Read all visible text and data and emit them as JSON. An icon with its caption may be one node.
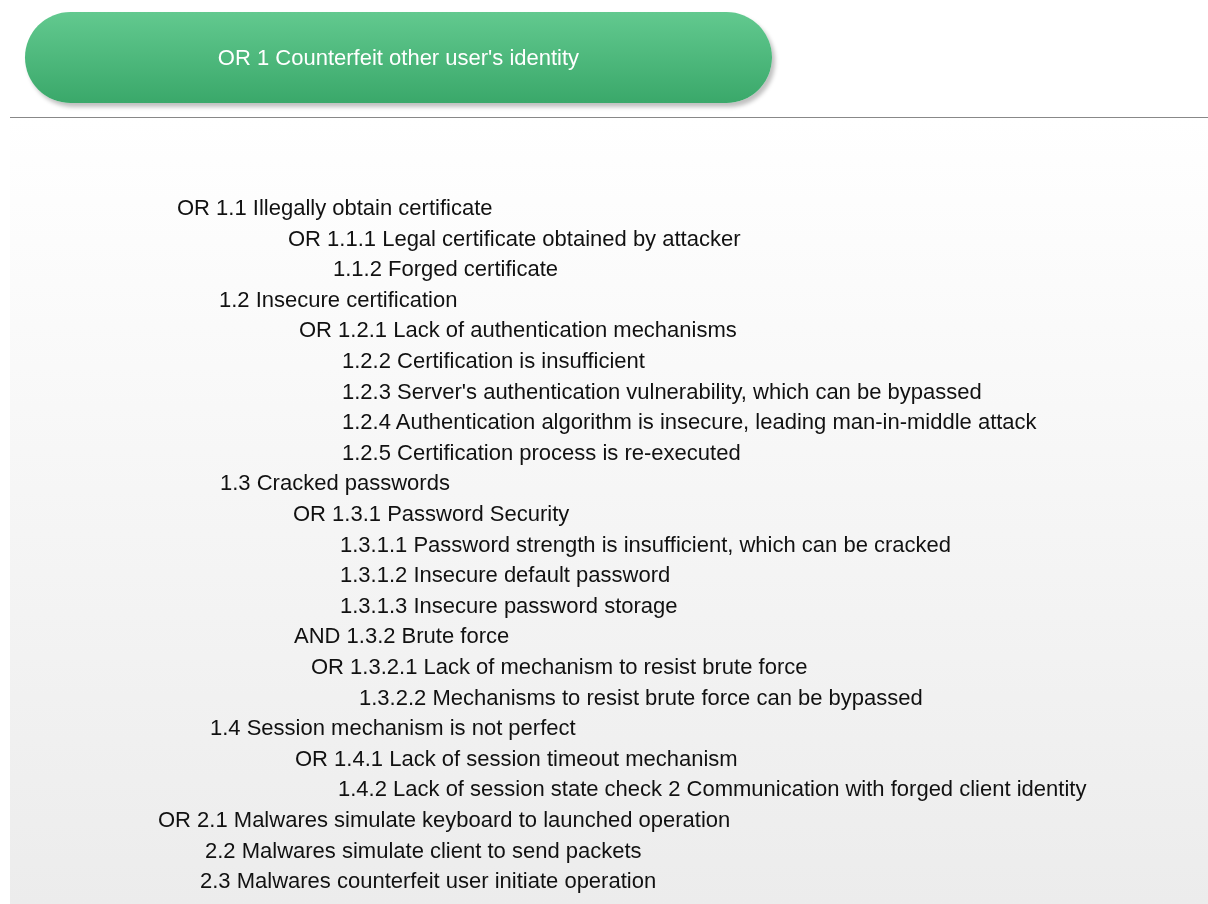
{
  "diagram": {
    "nodes": [
      {
        "text": [
          "OR 1 Counterfeit other user's identity"
        ]
      }
    ],
    "edges": [],
    "labels": [
      "OR 1.1 Illegally obtain certificate",
      "OR 1.1.1 Legal certificate obtained by attacker",
      "1.1.2 Forged certificate",
      "1.2 Insecure certification",
      "OR 1.2.1 Lack of authentication mechanisms",
      "1.2.2 Certification is insufficient",
      "1.2.3 Server's authentication vulnerability, which can be bypassed",
      "1.2.4 Authentication algorithm is insecure, leading man-in-middle attack",
      "1.2.5 Certification process is re-executed",
      "1.3 Cracked passwords",
      "OR 1.3.1 Password Security",
      "1.3.1.1 Password strength is insufficient, which can be cracked",
      "1.3.1.2 Insecure default password",
      "1.3.1.3 Insecure password storage",
      "AND 1.3.2 Brute force",
      "OR 1.3.2.1 Lack of mechanism to resist brute force",
      "1.3.2.2 Mechanisms to resist brute force can be bypassed",
      "1.4 Session mechanism is not perfect",
      "OR 1.4.1 Lack of session timeout mechanism",
      "1.4.2 Lack of session state check 2 Communication with forged client identity",
      "OR 2.1 Malwares simulate keyboard to launched operation",
      "2.2 Malwares simulate client to send packets",
      "2.3 Malwares counterfeit user initiate operation"
    ]
  }
}
